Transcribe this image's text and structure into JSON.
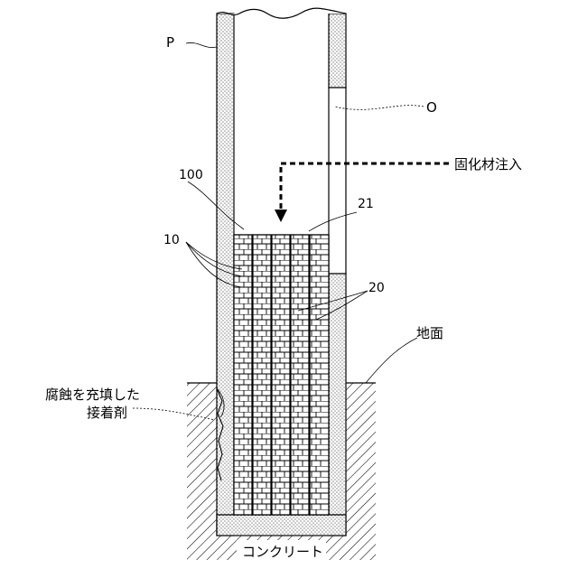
{
  "labels": {
    "pipe": "P",
    "opening": "O",
    "inject": "固化材注入",
    "assembly": "100",
    "bundle": "21",
    "tubes": "10",
    "filler": "20",
    "ground": "地面",
    "adhesive_line1": "腐蝕を充填した",
    "adhesive_line2": "接着剤",
    "concrete": "コンクリート"
  },
  "colors": {
    "line": "#000000",
    "background": "#ffffff"
  }
}
